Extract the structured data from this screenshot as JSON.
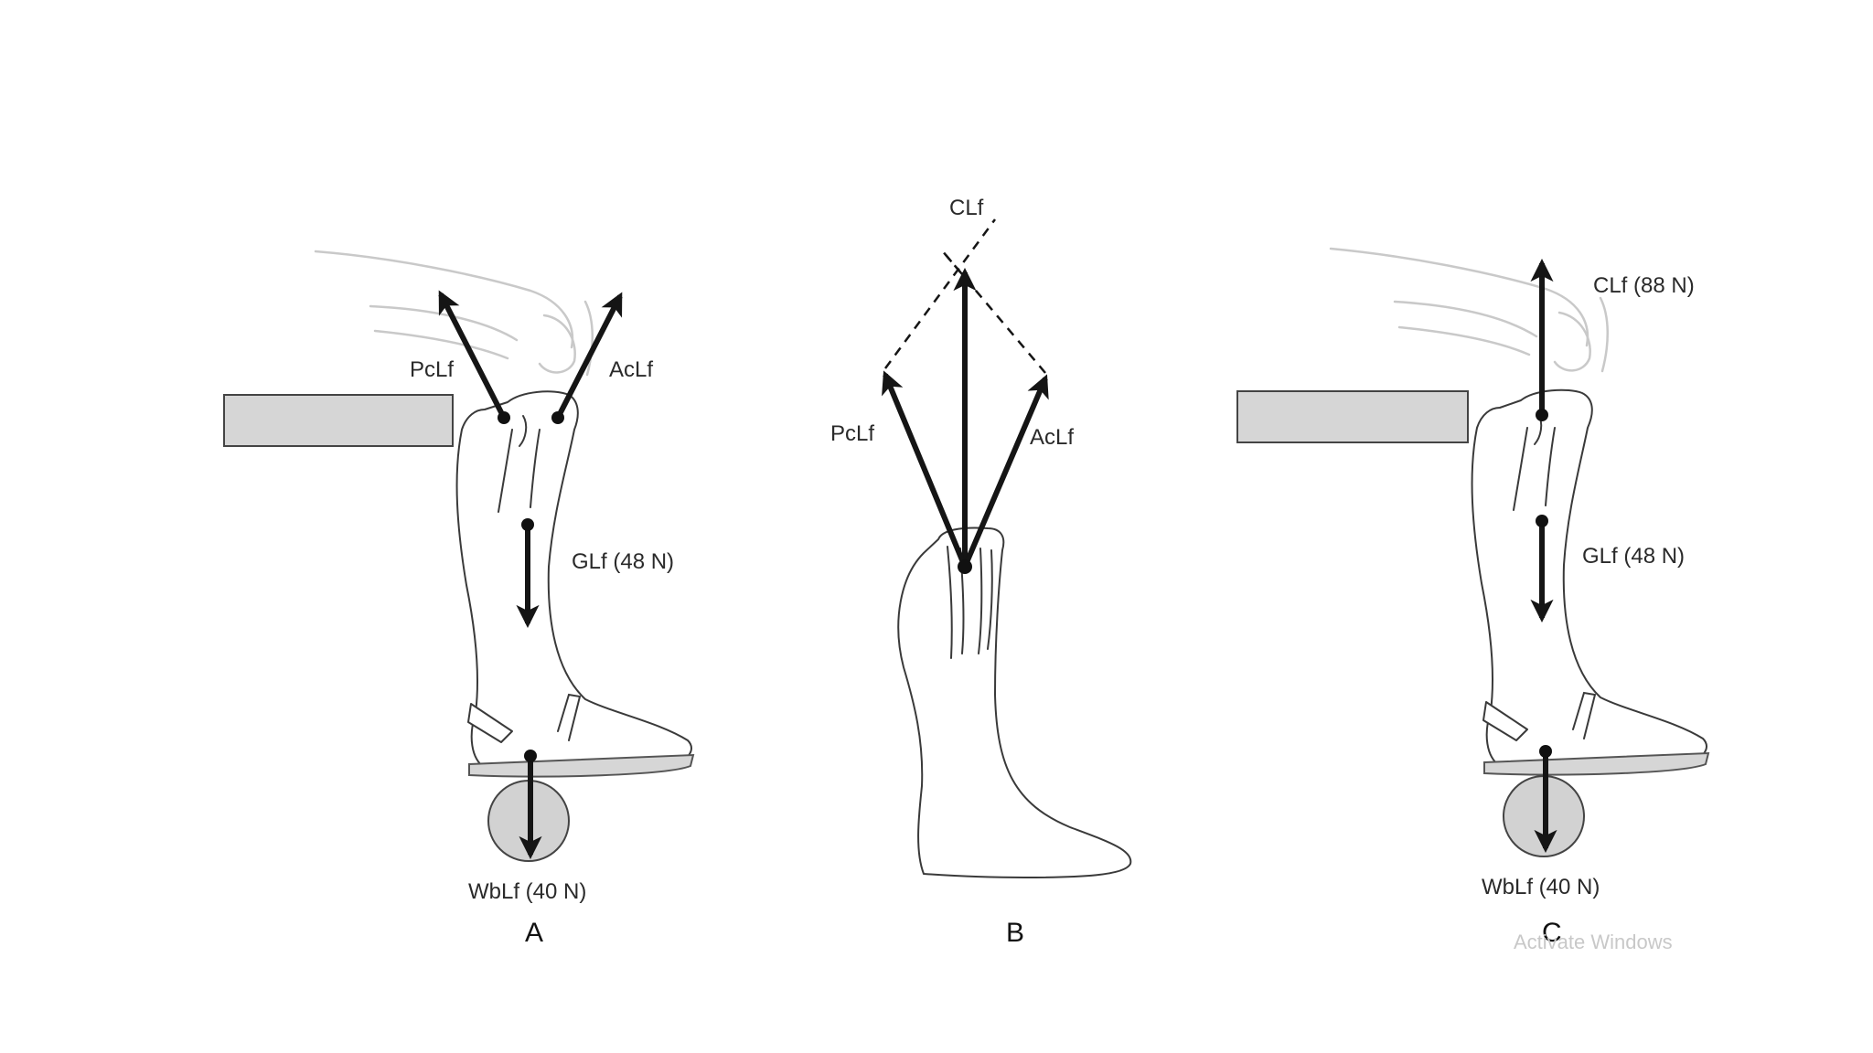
{
  "panels": [
    {
      "letter": "A",
      "labels": {
        "pclf": "PcLf",
        "aclf": "AcLf",
        "glf": "GLf (48 N)",
        "wblf": "WbLf (40 N)"
      }
    },
    {
      "letter": "B",
      "labels": {
        "clf": "CLf",
        "pclf": "PcLf",
        "aclf": "AcLf"
      }
    },
    {
      "letter": "C",
      "labels": {
        "clf": "CLf (88 N)",
        "glf": "GLf (48 N)",
        "wblf": "WbLf (40 N)"
      }
    }
  ],
  "watermark": "Activate Windows",
  "colors": {
    "arrow": "#151515",
    "support": "#d6d6d6",
    "bone": "#c9c9c9"
  }
}
